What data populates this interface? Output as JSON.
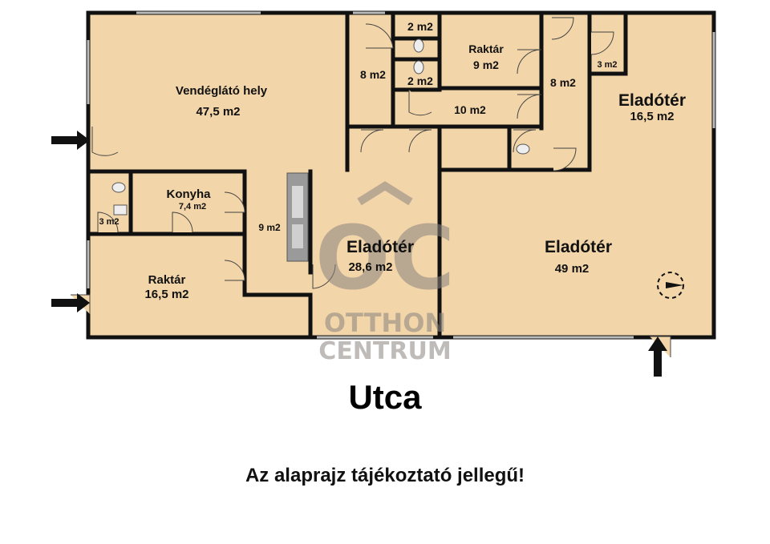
{
  "rooms": {
    "vendeglato": {
      "name": "Vendéglátó hely",
      "area": "47,5 m2"
    },
    "wc_top": {
      "area": "2 m2"
    },
    "wc_mid": {
      "area": "2 m2"
    },
    "raktar_top": {
      "name": "Raktár",
      "area": "9 m2"
    },
    "hall_left": {
      "area": "8 m2"
    },
    "hall_right": {
      "area": "8 m2"
    },
    "corridor": {
      "area": "10 m2"
    },
    "small_top_right": {
      "area": "3 m2"
    },
    "eladoter_small": {
      "name": "Eladótér",
      "area": "16,5 m2"
    },
    "konyha": {
      "name": "Konyha",
      "area": "7,4 m2"
    },
    "wc_left": {
      "area": "3 m2"
    },
    "passage": {
      "area": "9 m2"
    },
    "raktar_bottom": {
      "name": "Raktár",
      "area": "16,5 m2"
    },
    "eladoter_mid": {
      "name": "Eladótér",
      "area": "28,6 m2"
    },
    "eladoter_big": {
      "name": "Eladótér",
      "area": "49 m2"
    }
  },
  "watermark": {
    "monogram": "OC",
    "line1": "OTTHON",
    "line2": "CENTRUM"
  },
  "street_label": "Utca",
  "disclaimer": "Az alaprajz tájékoztató jellegű!",
  "colors": {
    "floor": "#f2d5a8",
    "wall": "#111111",
    "watermark": "#8a8580"
  }
}
